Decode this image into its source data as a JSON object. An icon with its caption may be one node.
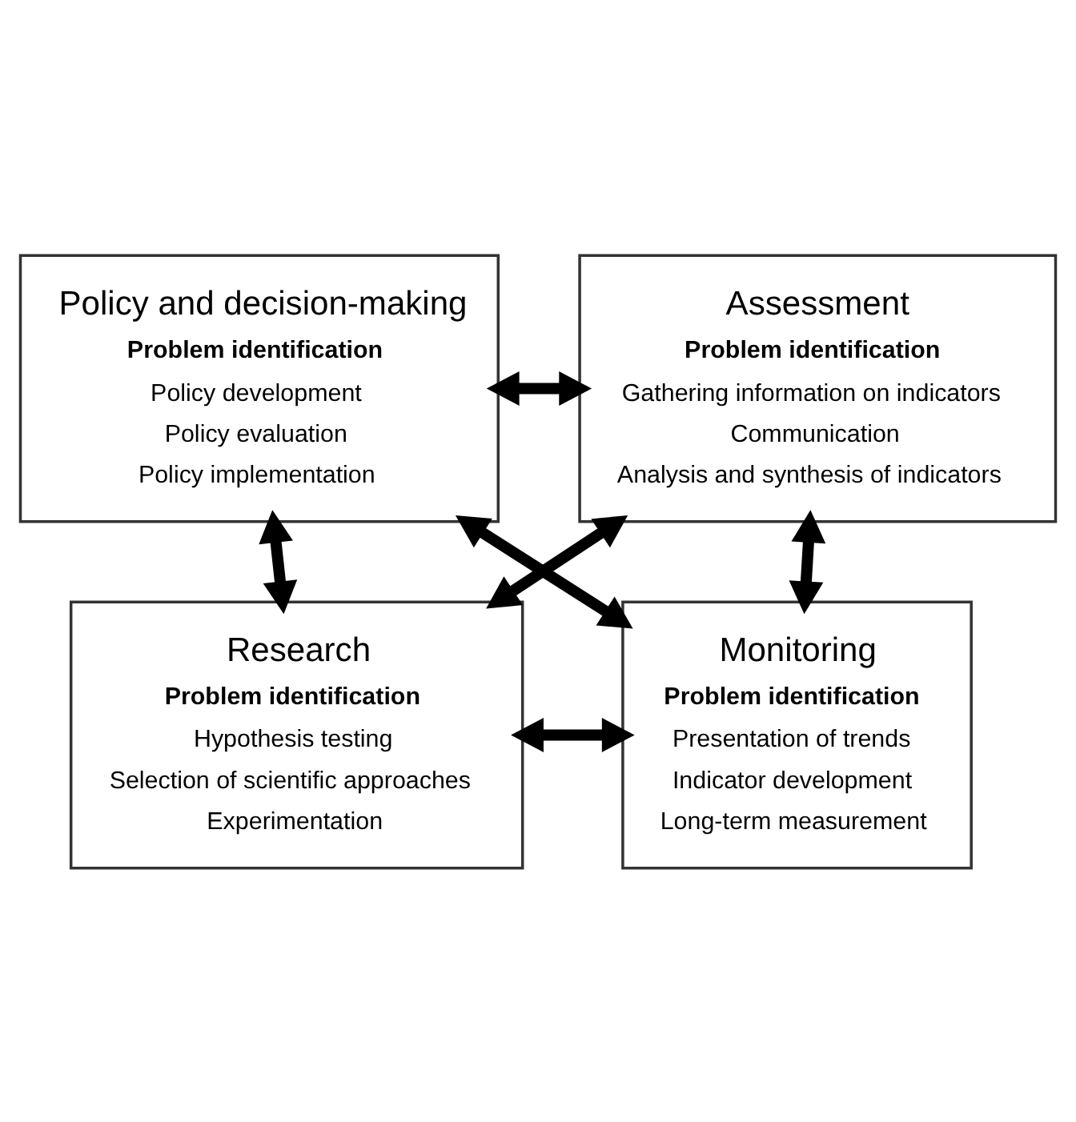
{
  "diagram": {
    "nodes": [
      {
        "text": [
          "Policy and decision-making",
          "Problem identification",
          "Policy development",
          "Policy evaluation",
          "Policy implementation"
        ]
      },
      {
        "text": [
          "Assessment",
          "Problem identification",
          "Gathering information on indicators",
          "Communication",
          "Analysis and synthesis of indicators"
        ]
      },
      {
        "text": [
          "Research",
          "Problem identification",
          "Hypothesis testing",
          "Selection of scientific approaches",
          "Experimentation"
        ]
      },
      {
        "text": [
          "Monitoring",
          "Problem identification",
          "Presentation of trends",
          "Indicator development",
          "Long-term measurement"
        ]
      }
    ],
    "edges": [
      {
        "from": 0,
        "to": 1,
        "arrow": "both"
      },
      {
        "from": 0,
        "to": 2,
        "arrow": "both"
      },
      {
        "from": 1,
        "to": 3,
        "arrow": "both"
      },
      {
        "from": 0,
        "to": 3,
        "arrow": "both"
      },
      {
        "from": 1,
        "to": 2,
        "arrow": "both"
      },
      {
        "from": 2,
        "to": 3,
        "arrow": "both"
      }
    ]
  }
}
